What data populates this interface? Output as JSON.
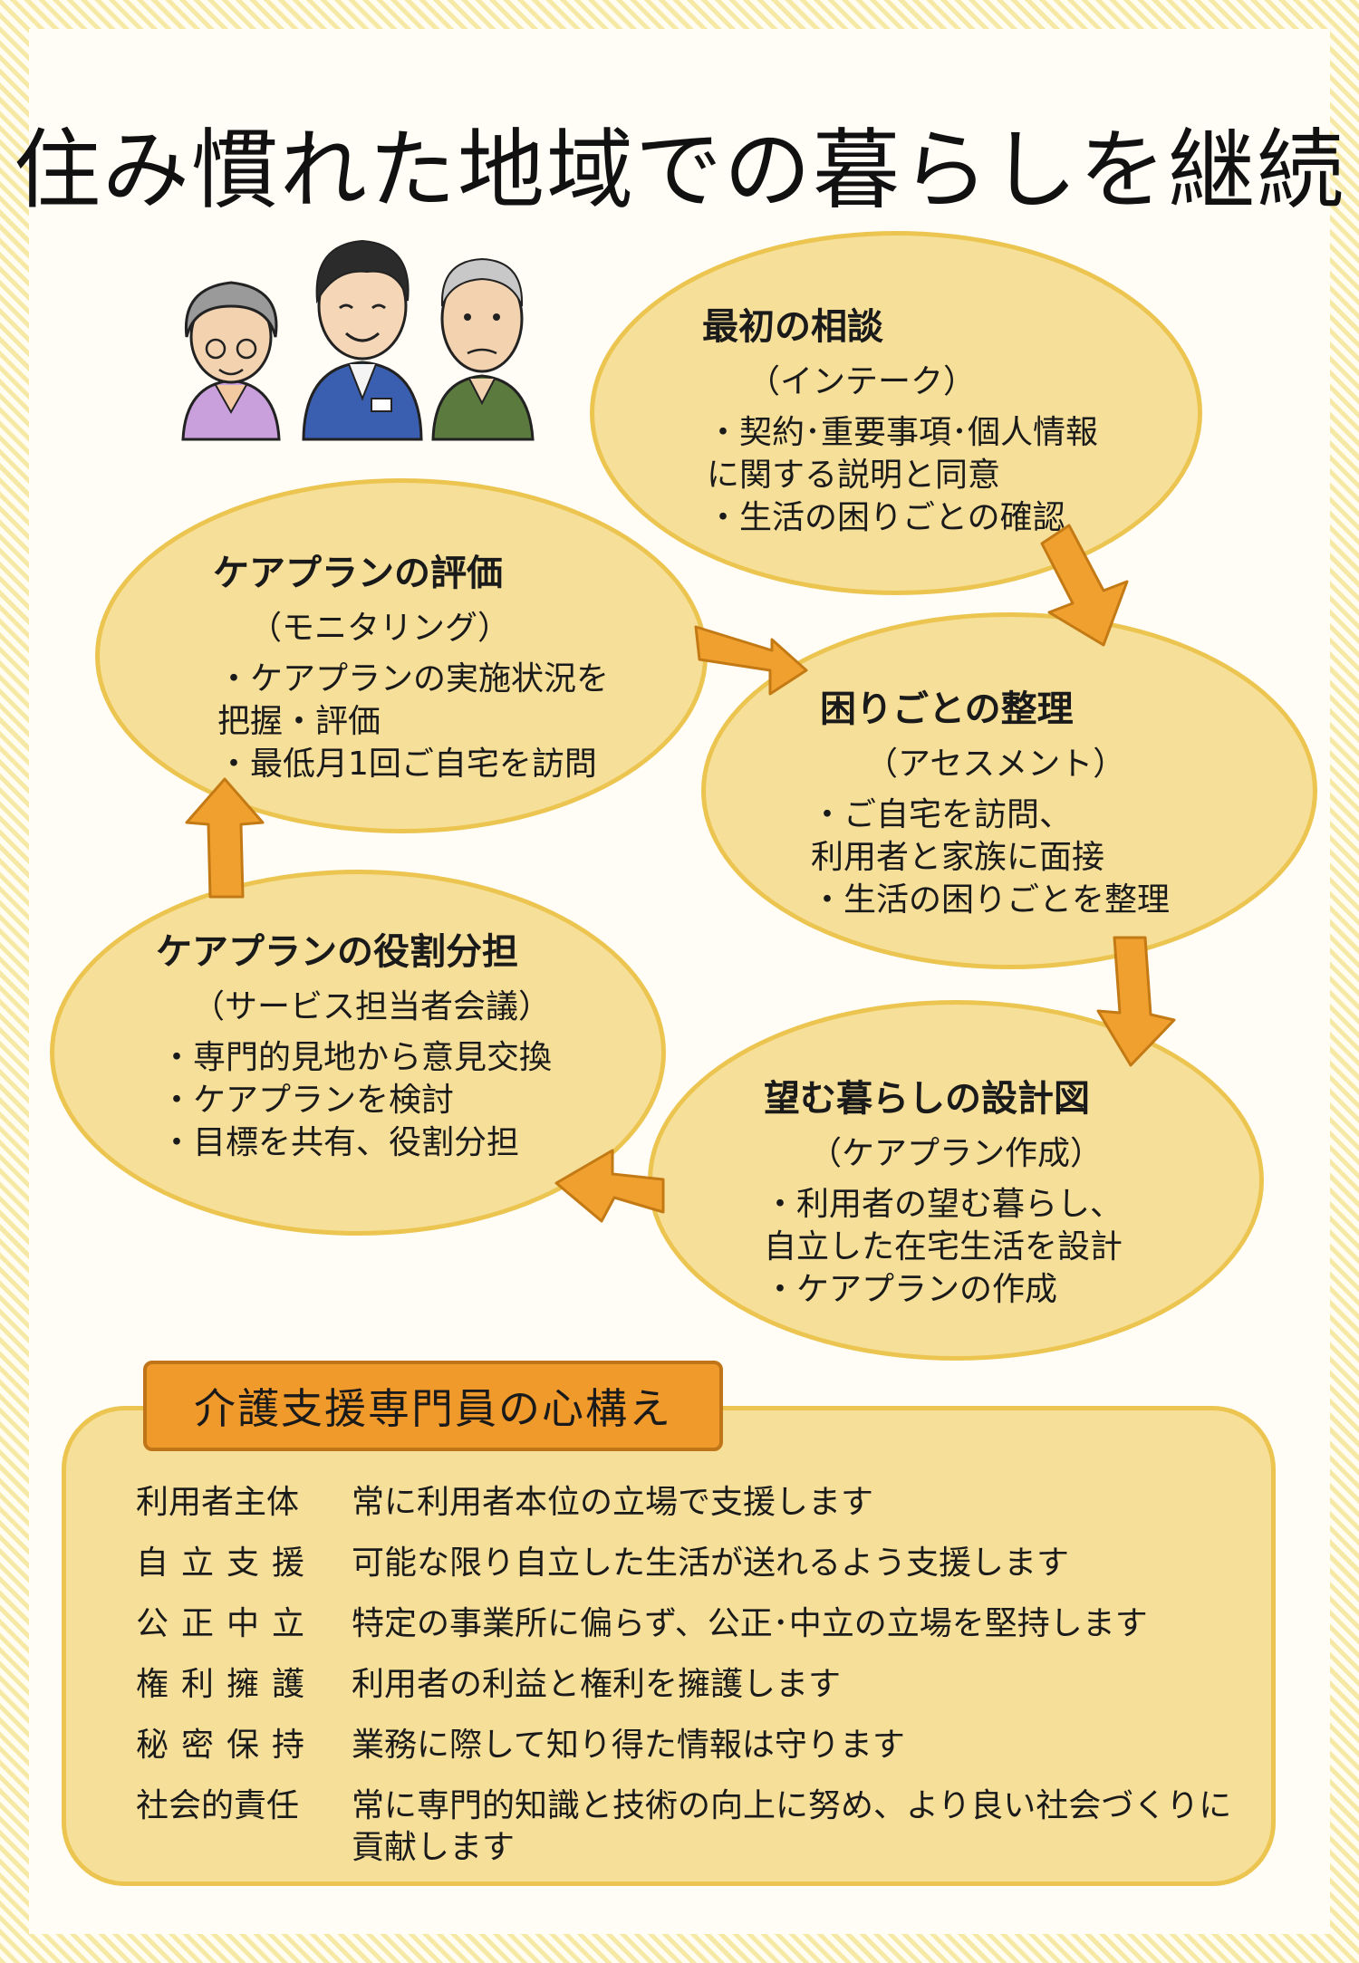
{
  "title": "住み慣れた地域での暮らしを継続",
  "colors": {
    "ellipse_fill": "#f6df98",
    "ellipse_border": "#ecc450",
    "arrow": "#f0a02e",
    "tab": "#f09a2c"
  },
  "steps": [
    {
      "heading": "最初の相談",
      "sub": "（インテーク）",
      "bullets": [
        [
          "・契約･重要事項･個人情報",
          "に関する説明と同意"
        ],
        [
          "・生活の困りごとの確認"
        ]
      ]
    },
    {
      "heading": "困りごとの整理",
      "sub": "（アセスメント）",
      "bullets": [
        [
          "・ご自宅を訪問、",
          "利用者と家族に面接"
        ],
        [
          "・生活の困りごとを整理"
        ]
      ]
    },
    {
      "heading": "望む暮らしの設計図",
      "sub": "（ケアプラン作成）",
      "bullets": [
        [
          "・利用者の望む暮らし、",
          "自立した在宅生活を設計"
        ],
        [
          "・ケアプランの作成"
        ]
      ]
    },
    {
      "heading": "ケアプランの役割分担",
      "sub": "（サービス担当者会議）",
      "bullets": [
        [
          "・専門的見地から意見交換"
        ],
        [
          "・ケアプランを検討"
        ],
        [
          "・目標を共有、役割分担"
        ]
      ]
    },
    {
      "heading": "ケアプランの評価",
      "sub": "（モニタリング）",
      "bullets": [
        [
          "・ケアプランの実施状況を",
          "把握・評価"
        ],
        [
          "・最低月1回ご自宅を訪問"
        ]
      ]
    }
  ],
  "mindset": {
    "title": "介護支援専門員の心構え",
    "items": [
      {
        "term": "利用者主体",
        "desc": "常に利用者本位の立場で支援します"
      },
      {
        "term": "自立支援",
        "desc": "可能な限り自立した生活が送れるよう支援します"
      },
      {
        "term": "公正中立",
        "desc": "特定の事業所に偏らず、公正･中立の立場を堅持します"
      },
      {
        "term": "権利擁護",
        "desc": "利用者の利益と権利を擁護します"
      },
      {
        "term": "秘密保持",
        "desc": "業務に際して知り得た情報は守ります"
      },
      {
        "term": "社会的責任",
        "desc": "常に専門的知識と技術の向上に努め、より良い社会づくりに貢献します"
      }
    ]
  }
}
